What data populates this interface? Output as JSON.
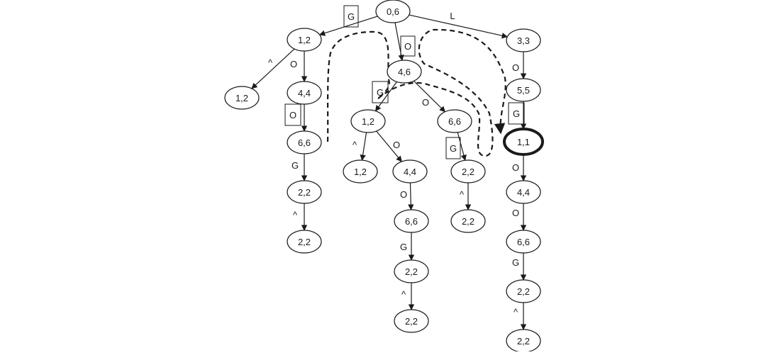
{
  "nodes": [
    {
      "id": "n0",
      "label": "0,6"
    },
    {
      "id": "n1",
      "label": "1,2"
    },
    {
      "id": "n2",
      "label": "1,2"
    },
    {
      "id": "n3",
      "label": "4,4"
    },
    {
      "id": "n4",
      "label": "6,6"
    },
    {
      "id": "n5",
      "label": "2,2"
    },
    {
      "id": "n6",
      "label": "2,2"
    },
    {
      "id": "n7",
      "label": "4,6"
    },
    {
      "id": "n8",
      "label": "1,2"
    },
    {
      "id": "n9",
      "label": "1,2"
    },
    {
      "id": "n10",
      "label": "4,4"
    },
    {
      "id": "n11",
      "label": "6,6"
    },
    {
      "id": "n12",
      "label": "2,2"
    },
    {
      "id": "n13",
      "label": "2,2"
    },
    {
      "id": "n14",
      "label": "6,6"
    },
    {
      "id": "n15",
      "label": "2,2"
    },
    {
      "id": "n16",
      "label": "2,2"
    },
    {
      "id": "n17",
      "label": "3,3"
    },
    {
      "id": "n18",
      "label": "5,5"
    },
    {
      "id": "n19",
      "label": "1,1",
      "highlighted": true
    },
    {
      "id": "n20",
      "label": "4,4"
    },
    {
      "id": "n21",
      "label": "6,6"
    },
    {
      "id": "n22",
      "label": "2,2"
    },
    {
      "id": "n23",
      "label": "2,2"
    }
  ],
  "edges": [
    {
      "from": "n0",
      "to": "n1",
      "label": "G",
      "boxed": true
    },
    {
      "from": "n0",
      "to": "n7",
      "label": "O",
      "boxed": true
    },
    {
      "from": "n0",
      "to": "n17",
      "label": "L",
      "boxed": false
    },
    {
      "from": "n1",
      "to": "n2",
      "label": "^",
      "boxed": false
    },
    {
      "from": "n1",
      "to": "n3",
      "label": "O",
      "boxed": false
    },
    {
      "from": "n3",
      "to": "n4",
      "label": "O",
      "boxed": true
    },
    {
      "from": "n4",
      "to": "n5",
      "label": "G",
      "boxed": false
    },
    {
      "from": "n5",
      "to": "n6",
      "label": "^",
      "boxed": false
    },
    {
      "from": "n7",
      "to": "n8",
      "label": "G",
      "boxed": true
    },
    {
      "from": "n7",
      "to": "n14",
      "label": "O",
      "boxed": false
    },
    {
      "from": "n8",
      "to": "n9",
      "label": "^",
      "boxed": false
    },
    {
      "from": "n8",
      "to": "n10",
      "label": "O",
      "boxed": false
    },
    {
      "from": "n10",
      "to": "n11",
      "label": "O",
      "boxed": false
    },
    {
      "from": "n11",
      "to": "n12",
      "label": "G",
      "boxed": false
    },
    {
      "from": "n12",
      "to": "n13",
      "label": "^",
      "boxed": false
    },
    {
      "from": "n14",
      "to": "n15",
      "label": "G",
      "boxed": true
    },
    {
      "from": "n15",
      "to": "n16",
      "label": "^",
      "boxed": false
    },
    {
      "from": "n17",
      "to": "n18",
      "label": "O",
      "boxed": false
    },
    {
      "from": "n18",
      "to": "n19",
      "label": "G",
      "boxed": true
    },
    {
      "from": "n19",
      "to": "n20",
      "label": "O",
      "boxed": false
    },
    {
      "from": "n20",
      "to": "n21",
      "label": "O",
      "boxed": false
    },
    {
      "from": "n21",
      "to": "n22",
      "label": "G",
      "boxed": false
    },
    {
      "from": "n22",
      "to": "n23",
      "label": "^",
      "boxed": false
    }
  ]
}
